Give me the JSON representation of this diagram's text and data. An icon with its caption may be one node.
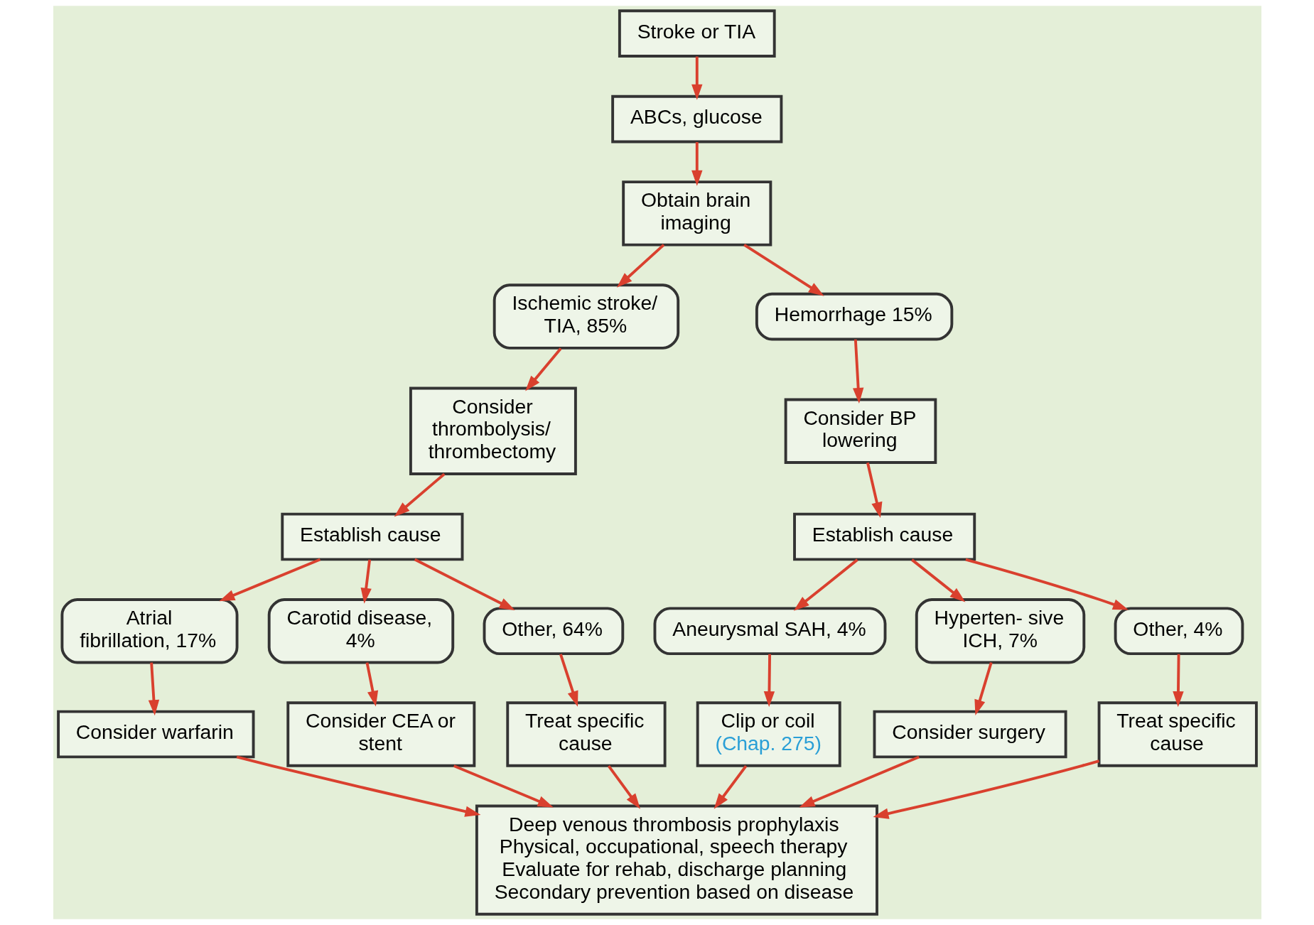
{
  "diagram": {
    "nodes": [
      {
        "text": [
          "Stroke or TIA"
        ]
      },
      {
        "text": [
          "ABCs, glucose"
        ]
      },
      {
        "text": [
          "Obtain brain imaging"
        ]
      },
      {
        "text": [
          "Ischemic stroke/ TIA, 85%"
        ]
      },
      {
        "text": [
          "Hemorrhage 15%"
        ]
      },
      {
        "text": [
          "Consider thrombolysis/ thrombectomy"
        ]
      },
      {
        "text": [
          "Consider BP lowering"
        ]
      },
      {
        "text": [
          "Establish cause"
        ]
      },
      {
        "text": [
          "Establish cause"
        ]
      },
      {
        "text": [
          "Atrial fibrillation, 17%"
        ]
      },
      {
        "text": [
          "Carotid disease, 4%"
        ]
      },
      {
        "text": [
          "Other, 64%"
        ]
      },
      {
        "text": [
          "Aneurysmal SAH, 4%"
        ]
      },
      {
        "text": [
          "Hyperten- sive ICH, 7%"
        ]
      },
      {
        "text": [
          "Other, 4%"
        ]
      },
      {
        "text": [
          "Consider warfarin"
        ]
      },
      {
        "text": [
          "Consider CEA or stent"
        ]
      },
      {
        "text": [
          "Treat specific cause"
        ]
      },
      {
        "text": [
          "Clip or coil",
          "(Chap. 275)"
        ]
      },
      {
        "text": [
          "Consider surgery"
        ]
      },
      {
        "text": [
          "Treat specific cause"
        ]
      },
      {
        "text": [
          "Deep venous thrombosis prophylaxis",
          "Physical, occupational, speech therapy",
          "Evaluate for rehab, discharge planning",
          "Secondary prevention based on disease"
        ]
      }
    ],
    "edges": [
      {
        "from": 0,
        "to": 1,
        "arrow": "to"
      },
      {
        "from": 1,
        "to": 2,
        "arrow": "to"
      },
      {
        "from": 2,
        "to": 3,
        "arrow": "to"
      },
      {
        "from": 2,
        "to": 4,
        "arrow": "to"
      },
      {
        "from": 3,
        "to": 5,
        "arrow": "to"
      },
      {
        "from": 4,
        "to": 6,
        "arrow": "to"
      },
      {
        "from": 5,
        "to": 7,
        "arrow": "to"
      },
      {
        "from": 6,
        "to": 8,
        "arrow": "to"
      },
      {
        "from": 7,
        "to": 9,
        "arrow": "to"
      },
      {
        "from": 7,
        "to": 10,
        "arrow": "to"
      },
      {
        "from": 7,
        "to": 11,
        "arrow": "to"
      },
      {
        "from": 8,
        "to": 12,
        "arrow": "to"
      },
      {
        "from": 8,
        "to": 13,
        "arrow": "to"
      },
      {
        "from": 8,
        "to": 14,
        "arrow": "to"
      },
      {
        "from": 9,
        "to": 15,
        "arrow": "to"
      },
      {
        "from": 10,
        "to": 16,
        "arrow": "to"
      },
      {
        "from": 11,
        "to": 17,
        "arrow": "to"
      },
      {
        "from": 12,
        "to": 18,
        "arrow": "to"
      },
      {
        "from": 13,
        "to": 19,
        "arrow": "to"
      },
      {
        "from": 14,
        "to": 20,
        "arrow": "to"
      },
      {
        "from": 15,
        "to": 21,
        "arrow": "to"
      },
      {
        "from": 16,
        "to": 21,
        "arrow": "to"
      },
      {
        "from": 17,
        "to": 21,
        "arrow": "to"
      },
      {
        "from": 18,
        "to": 21,
        "arrow": "to"
      },
      {
        "from": 19,
        "to": 21,
        "arrow": "to"
      },
      {
        "from": 20,
        "to": 21,
        "arrow": "to"
      }
    ]
  }
}
